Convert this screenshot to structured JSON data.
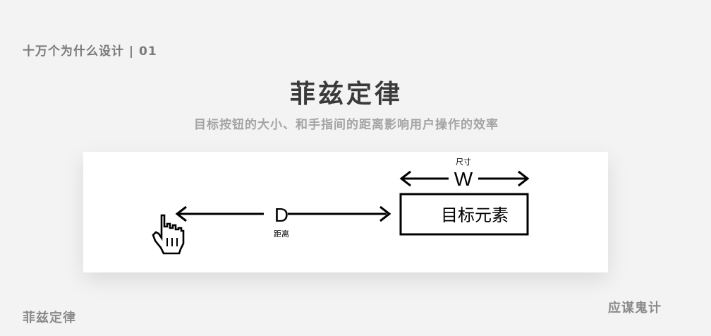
{
  "header": {
    "series_label": "十万个为什么设计 | 01",
    "title": "菲兹定律",
    "subtitle": "目标按钮的大小、和手指间的距离影响用户操作的效率"
  },
  "diagram": {
    "distance_letter": "D",
    "distance_caption": "距离",
    "width_letter": "W",
    "width_caption": "尺寸",
    "target_label": "目标元素",
    "cursor_icon": "hand-pointer-icon"
  },
  "footer": {
    "left_label": "菲兹定律",
    "right_label": "应谋鬼计"
  }
}
